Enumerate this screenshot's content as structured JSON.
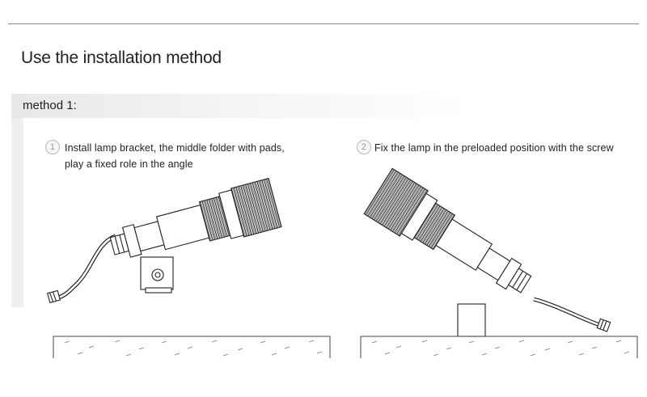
{
  "page": {
    "title": "Use the installation method",
    "method_label": "method 1:"
  },
  "steps": [
    {
      "number": "1",
      "line1": "Install lamp bracket, the middle folder with pads,",
      "line2": "play a fixed role in the angle"
    },
    {
      "number": "2",
      "line1": "Fix the lamp in the preloaded position with the screw"
    }
  ]
}
